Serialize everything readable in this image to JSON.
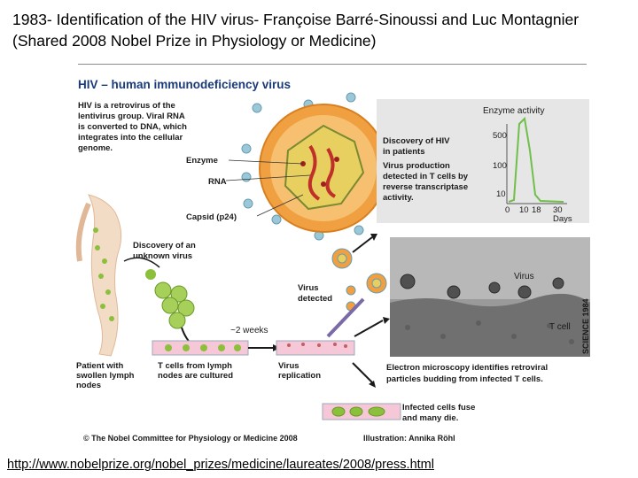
{
  "slide": {
    "title_line1": "1983- Identification of the HIV virus- Françoise Barré-Sinoussi and Luc Montagnier",
    "title_line2": "(Shared 2008 Nobel Prize in Physiology or Medicine)",
    "url": "http://www.nobelprize.org/nobel_prizes/medicine/laureates/2008/press.html"
  },
  "figure": {
    "heading": "HIV – human immunodeficiency virus",
    "description": [
      "HIV is a retrovirus of the",
      "lentivirus group. Viral RNA",
      "is converted to DNA, which",
      "integrates into the cellular",
      "genome."
    ],
    "labels": {
      "enzyme": "Enzyme",
      "rna": "RNA",
      "capsid": "Capsid (p24)",
      "discovery_unknown": [
        "Discovery of an",
        "unknown virus"
      ],
      "virus_detected": [
        "Virus",
        "detected"
      ],
      "two_weeks": "~2 weeks",
      "patient": [
        "Patient with",
        "swollen lymph",
        "nodes"
      ],
      "t_cells_cultured": [
        "T cells from lymph",
        "nodes are cultured"
      ],
      "virus_replication": [
        "Virus",
        "replication"
      ],
      "virus": "Virus",
      "t_cell": "T cell",
      "science": "SCIENCE 1984",
      "em_caption": [
        "Electron microscopy identifies retroviral",
        "particles budding from infected T cells."
      ],
      "infected_fuse": [
        "Infected cells fuse",
        "and many die."
      ],
      "copyright": "© The Nobel Committee for Physiology or Medicine 2008",
      "illustration": "Illustration: Annika Röhl"
    },
    "inset": {
      "title": "Enzyme activity",
      "text": [
        "Discovery of HIV",
        "in patients",
        "Virus production",
        "detected in T cells by",
        "reverse transcriptase",
        "activity."
      ],
      "y_ticks": [
        "500",
        "100",
        "10"
      ],
      "x_ticks": [
        "0",
        "10",
        "18",
        "30"
      ],
      "x_unit": "Days",
      "colors": {
        "curve": "#6fbf4a",
        "panel": "#e6e6e6"
      }
    },
    "colors": {
      "virus_shell": "#f0a040",
      "virus_core": "#e8d060",
      "rna": "#c0302a",
      "spike": "#9bc8d8",
      "node": "#8cbf3c",
      "heading": "#1a3a7a"
    }
  }
}
